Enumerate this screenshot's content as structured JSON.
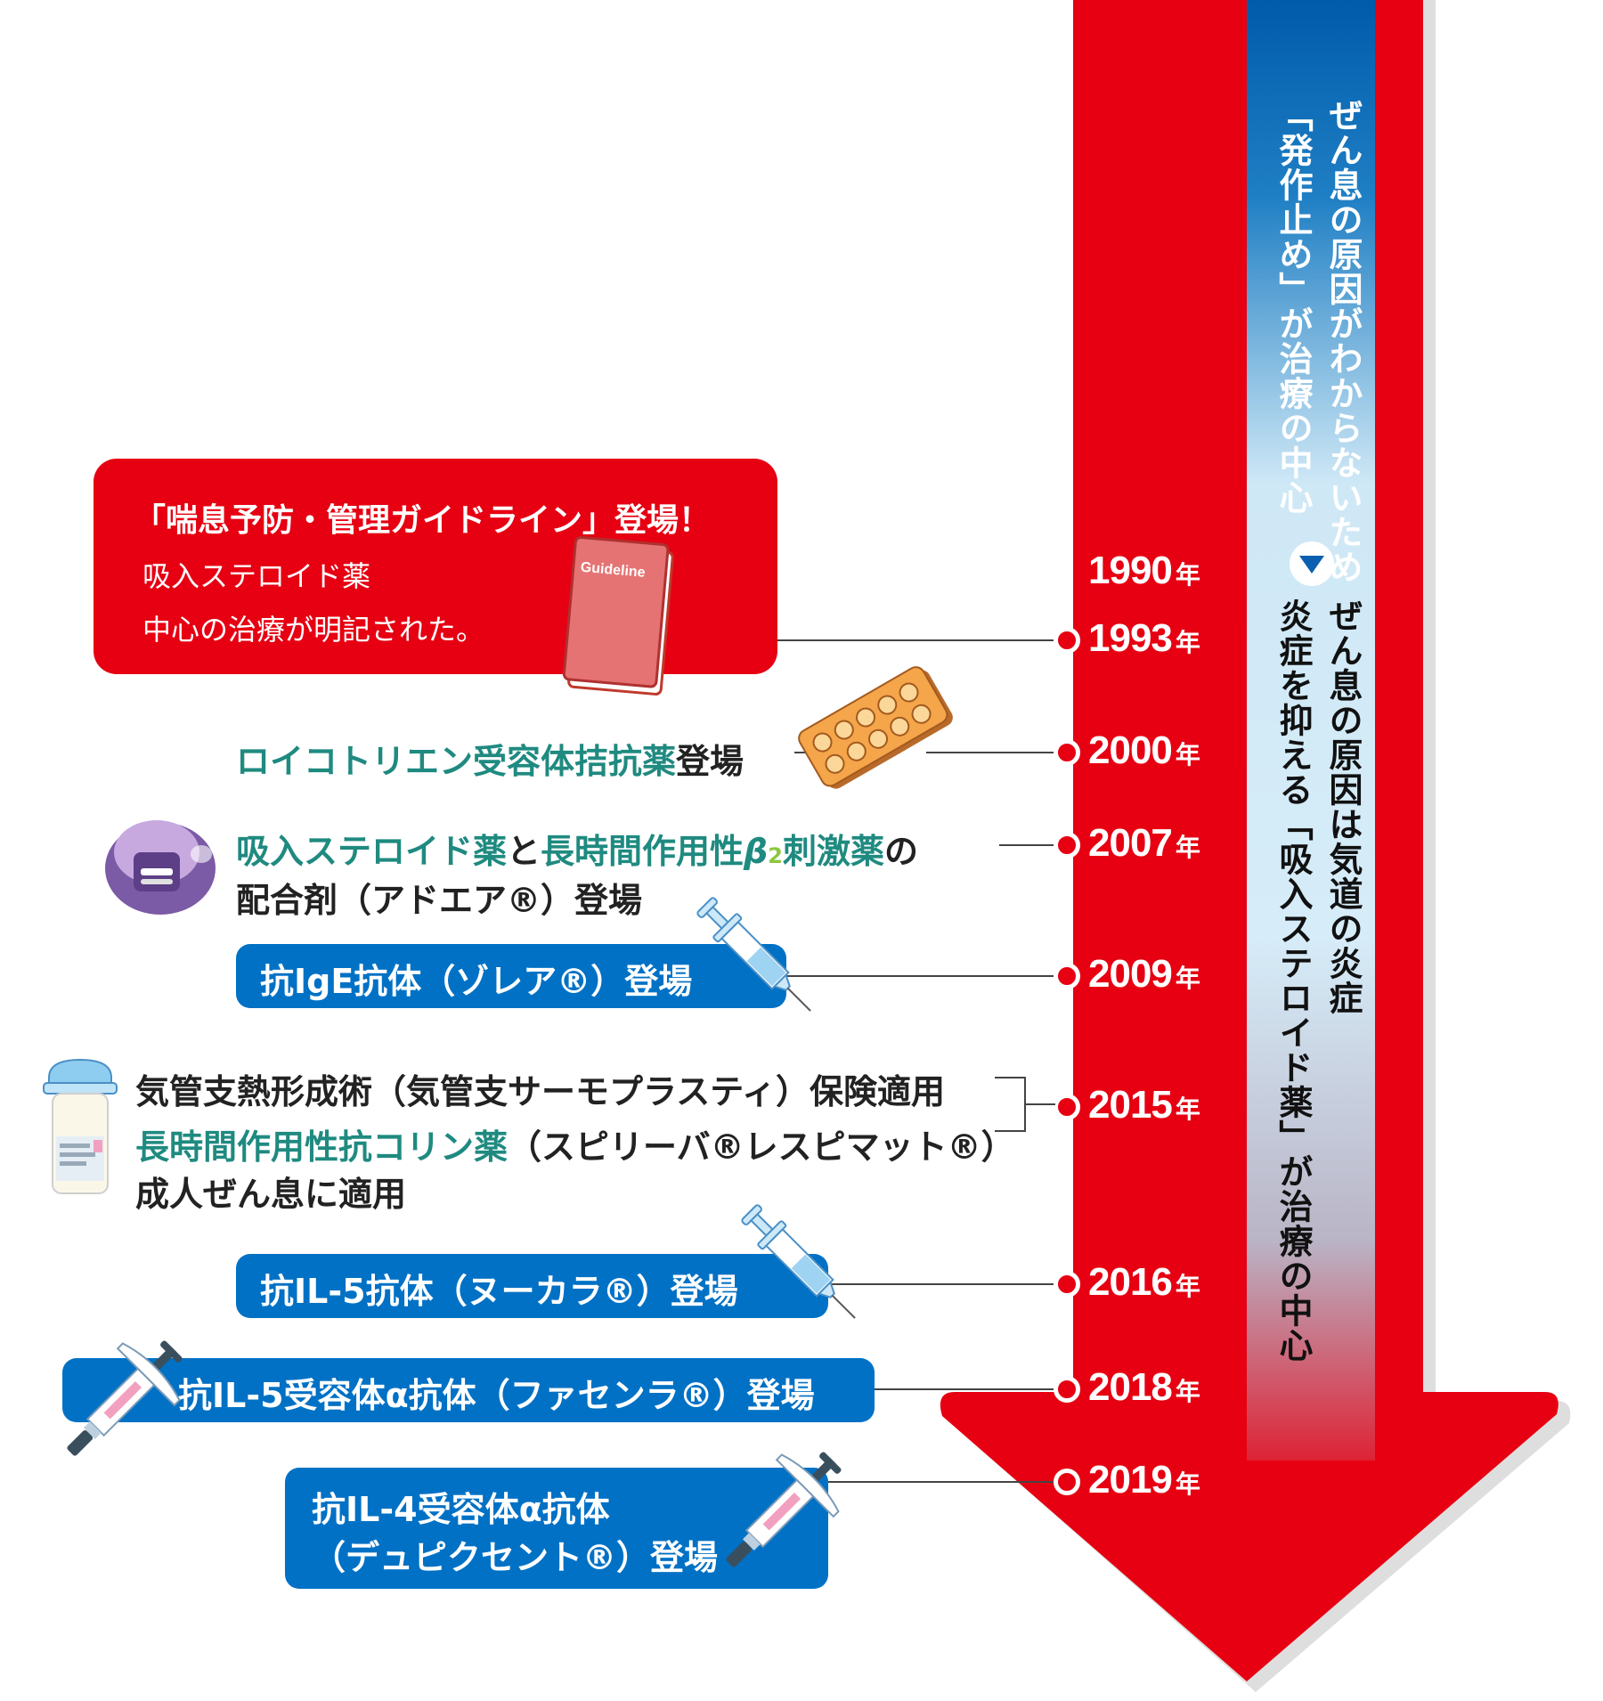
{
  "band": {
    "top_line1": "ぜん息の原因がわからないため",
    "top_line2": "「発作止め」が治療の中心",
    "bottom_line1": "ぜん息の原因は気道の炎症",
    "bottom_line2": "炎症を抑える「吸入ステロイド薬」が治療の中心"
  },
  "colors": {
    "arrow_red": "#e60012",
    "band_blue_top": "#005bab",
    "band_light": "#d6ecf8",
    "pill_blue": "#0071c5",
    "teal": "#1f8a80",
    "beta_green": "#8cc63f"
  },
  "year_suffix": "年",
  "years": {
    "y1990": "1990",
    "y1993": "1993",
    "y2000": "2000",
    "y2007": "2007",
    "y2009": "2009",
    "y2015": "2015",
    "y2016": "2016",
    "y2018": "2018",
    "y2019": "2019"
  },
  "events": {
    "e1993": {
      "title": "「喘息予防・管理ガイドライン」登場！",
      "body_line1": "吸入ステロイド薬",
      "body_line2": "中心の治療が明記された。",
      "book_label": "Guideline"
    },
    "e2000": {
      "teal": "ロイコトリエン受容体拮抗薬",
      "dark": "登場"
    },
    "e2007": {
      "teal1": "吸入ステロイド薬",
      "dark1": "と",
      "teal2": "長時間作用性",
      "beta": "β",
      "sub": "2",
      "teal3": "刺激薬",
      "dark2": "の",
      "line2": "配合剤（アドエア®）登場"
    },
    "e2009": {
      "label": "抗IgE抗体（ゾレア®）登場"
    },
    "e2015": {
      "line1": "気管支熱形成術（気管支サーモプラスティ）保険適用",
      "line2_teal": "長時間作用性抗コリン薬",
      "line2_dark": "（スピリーバ®レスピマット®）",
      "line3": "成人ぜん息に適用"
    },
    "e2016": {
      "label": "抗IL-5抗体（ヌーカラ®）登場"
    },
    "e2018": {
      "label": "抗IL-5受容体α抗体（ファセンラ®）登場"
    },
    "e2019": {
      "line1": "抗IL-4受容体α抗体",
      "line2": "（デュピクセント®）登場"
    }
  }
}
